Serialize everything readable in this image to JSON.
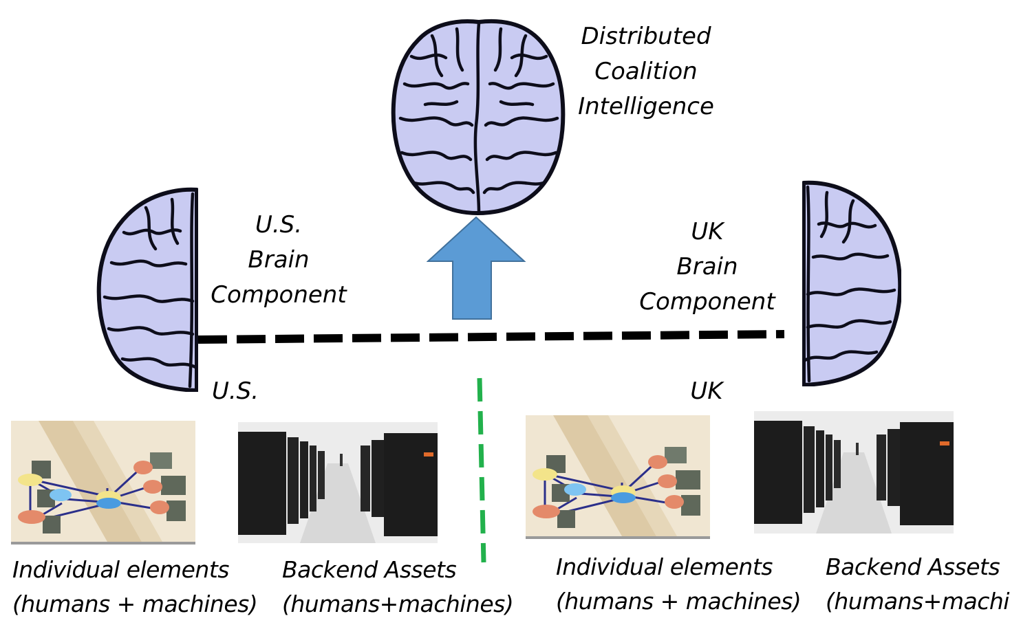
{
  "top": {
    "title_lines": [
      "Distributed",
      "Coalition",
      "Intelligence"
    ]
  },
  "us": {
    "brain_label_lines": [
      "U.S.",
      "Brain",
      "Component"
    ],
    "region_label": "U.S.",
    "individual_caption": [
      "Individual elements",
      "(humans + machines)"
    ],
    "backend_caption": [
      "Backend Assets",
      "(humans+machines)"
    ]
  },
  "uk": {
    "brain_label_lines": [
      "UK",
      "Brain",
      "Component"
    ],
    "region_label": "UK",
    "individual_caption": [
      "Individual elements",
      "(humans + machines)"
    ],
    "backend_caption": [
      "Backend Assets",
      "(humans+machi"
    ]
  },
  "icons": {
    "central_brain": "brain-top-view-icon",
    "us_brain": "left-half-brain-icon",
    "uk_brain": "right-half-brain-icon",
    "arrow": "up-arrow-icon",
    "individual_image": "network-graph-illustration",
    "backend_image": "server-room-photo"
  },
  "colors": {
    "brain_fill": "#c9cbf2",
    "arrow_fill": "#5b9bd5",
    "arrow_stroke": "#41719c",
    "divider_black": "#000000",
    "divider_green": "#22b14c"
  }
}
